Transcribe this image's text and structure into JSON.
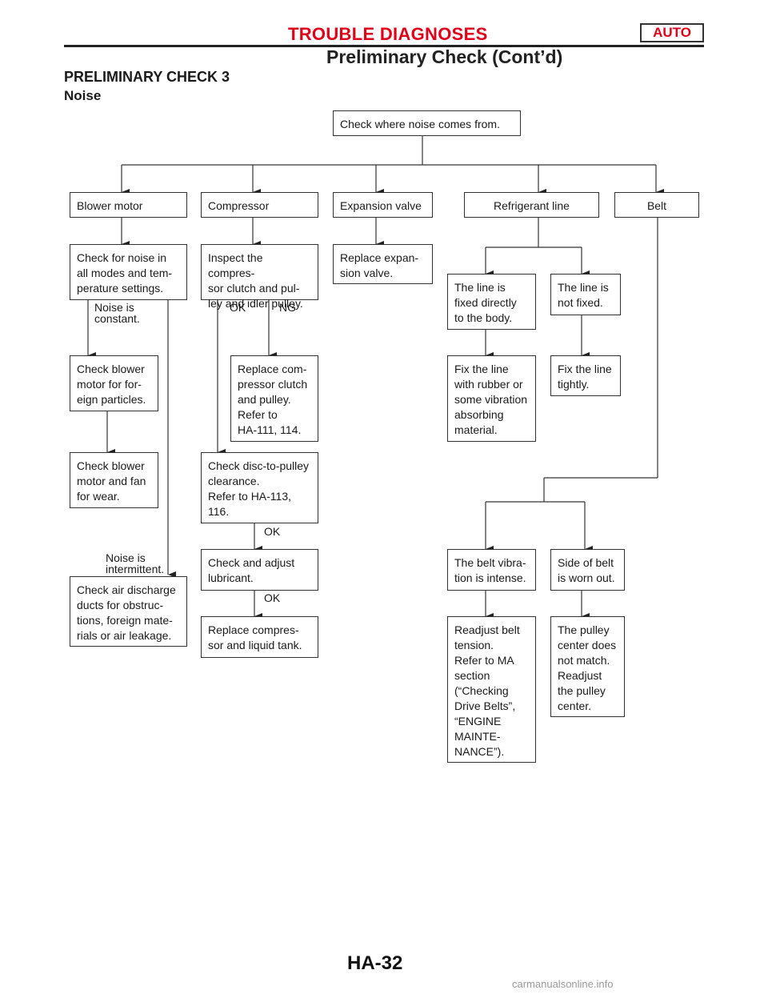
{
  "header": {
    "title": "TROUBLE DIAGNOSES",
    "badge": "AUTO",
    "subtitle": "Preliminary Check (Cont’d)"
  },
  "section": {
    "title": "PRELIMINARY CHECK 3",
    "subtitle": "Noise"
  },
  "flow": {
    "start": "Check where noise comes from.",
    "blower": {
      "head": "Blower motor",
      "check": "Check for noise in\nall modes and tem-\nperature settings.",
      "constant_label": "Noise is\nconstant.",
      "foreign": "Check blower\nmotor for for-\neign particles.",
      "wear": "Check blower\nmotor and fan\nfor wear.",
      "intermittent_label": "Noise is\nintermittent.",
      "ducts": "Check air discharge\nducts for obstruc-\ntions, foreign mate-\nrials or air leakage."
    },
    "compressor": {
      "head": "Compressor",
      "inspect": "Inspect the compres-\nsor clutch and pul-\nley and idler pulley.",
      "ok1": "OK",
      "ng": "NG",
      "replace_clutch": "Replace com-\npressor clutch\nand pulley.\nRefer to\nHA-111, 114.",
      "disc": "Check disc-to-pulley\nclearance.\nRefer to HA-113,\n116.",
      "ok2": "OK",
      "lubricant": "Check and adjust\nlubricant.",
      "ok3": "OK",
      "replace_comp": "Replace compres-\nsor and liquid tank."
    },
    "expansion": {
      "head": "Expansion valve",
      "replace": "Replace expan-\nsion valve."
    },
    "refrigerant": {
      "head": "Refrigerant line",
      "fixed": "The line is\nfixed directly\nto the body.",
      "not_fixed": "The line is\nnot fixed.",
      "fix_rubber": "Fix the line\nwith rubber or\nsome vibration\nabsorbing\nmaterial.",
      "fix_tight": "Fix the line\ntightly."
    },
    "belt": {
      "head": "Belt",
      "vibration": "The belt vibra-\ntion is intense.",
      "worn": "Side of belt\nis worn out.",
      "readjust": "Readjust belt\ntension.\nRefer to MA\nsection\n(“Checking\nDrive Belts”,\n“ENGINE\nMAINTE-\nNANCE”).",
      "pulley": "The pulley\ncenter does\nnot match.\nReadjust\nthe pulley\ncenter."
    }
  },
  "footer": {
    "page": "HA-32"
  },
  "watermark": "carmanualsonline.info"
}
